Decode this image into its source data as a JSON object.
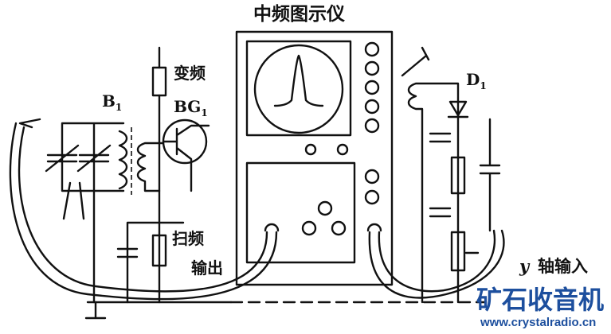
{
  "title": "中频图示仪",
  "labels": {
    "mixer": "变频",
    "transformer": "B",
    "transformer_sub": "1",
    "transistor": "BG",
    "transistor_sub": "1",
    "diode": "D",
    "diode_sub": "1",
    "sweep_output_1": "扫频",
    "sweep_output_2": "输出",
    "y_input_var": "y",
    "y_input": "轴输入"
  },
  "watermark": {
    "text": "矿石收音机",
    "url": "www.crystalradio.cn",
    "color": "#1d4f9e"
  }
}
